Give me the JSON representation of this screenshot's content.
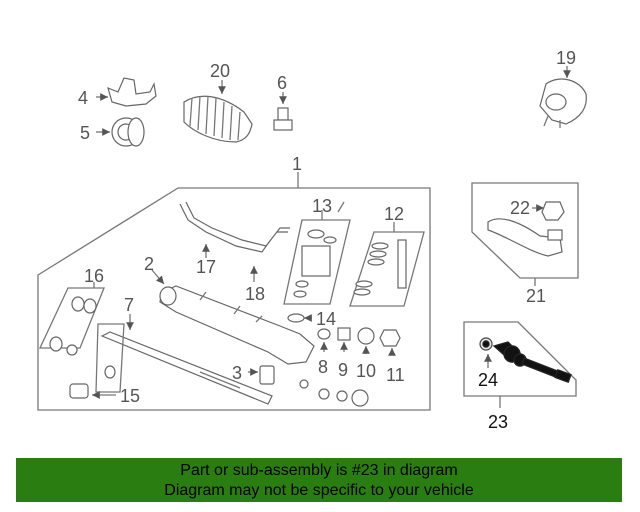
{
  "callouts": {
    "c1": "1",
    "c2": "2",
    "c3": "3",
    "c4": "4",
    "c5": "5",
    "c6": "6",
    "c7": "7",
    "c8": "8",
    "c9": "9",
    "c10": "10",
    "c11": "11",
    "c12": "12",
    "c13": "13",
    "c14": "14",
    "c15": "15",
    "c16": "16",
    "c17": "17",
    "c18": "18",
    "c19": "19",
    "c20": "20",
    "c21": "21",
    "c22": "22",
    "c23": "23",
    "c24": "24"
  },
  "highlighted_part": "23",
  "highlight_color": "#2a7d10",
  "banner": {
    "line1": "Part or sub-assembly is #23 in diagram",
    "line2": "Diagram may not be specific to your vehicle"
  }
}
